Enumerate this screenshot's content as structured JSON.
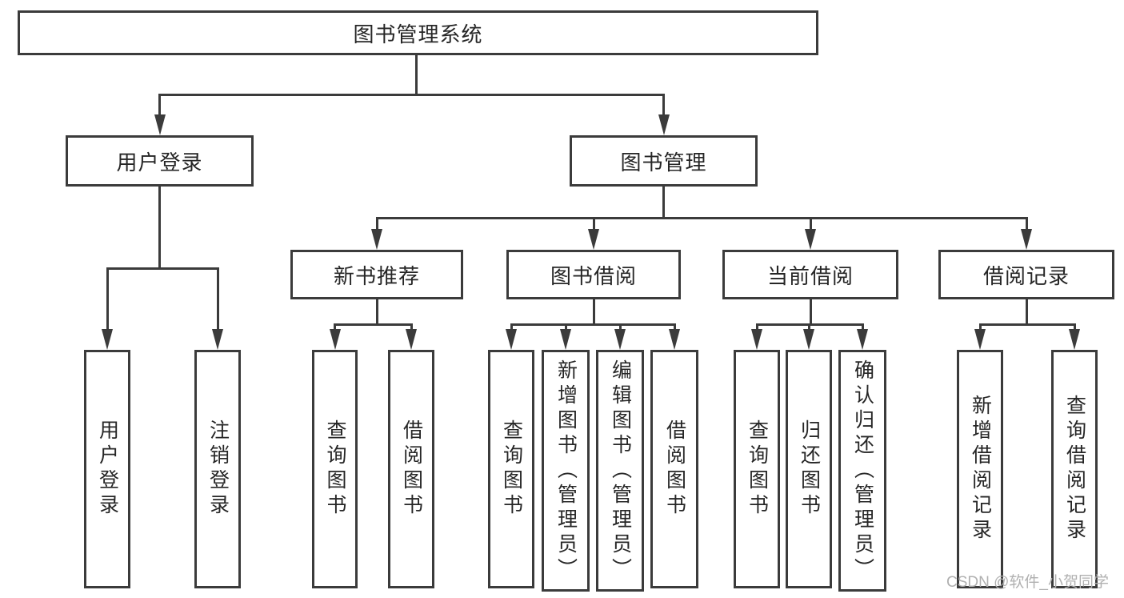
{
  "title": "图书管理系统",
  "level2": [
    "用户登录",
    "图书管理"
  ],
  "userLoginChildren": [
    "用户登录",
    "注销登录"
  ],
  "level3": [
    "新书推荐",
    "图书借阅",
    "当前借阅",
    "借阅记录"
  ],
  "newBookChildren": [
    "查询图书",
    "借阅图书"
  ],
  "bookBorrowChildren": [
    "查询图书",
    "新增图书（管理员）",
    "编辑图书（管理员）",
    "借阅图书"
  ],
  "currentBorrowChildren": [
    "查询图书",
    "归还图书",
    "确认归还（管理员）"
  ],
  "borrowRecordChildren": [
    "新增借阅记录",
    "查询借阅记录"
  ],
  "watermark": "CSDN @软件_小贺同学",
  "colors": {
    "line": "#3b3b3b",
    "text": "#262626",
    "background": "#ffffff",
    "watermark": "#b0b0b0"
  }
}
